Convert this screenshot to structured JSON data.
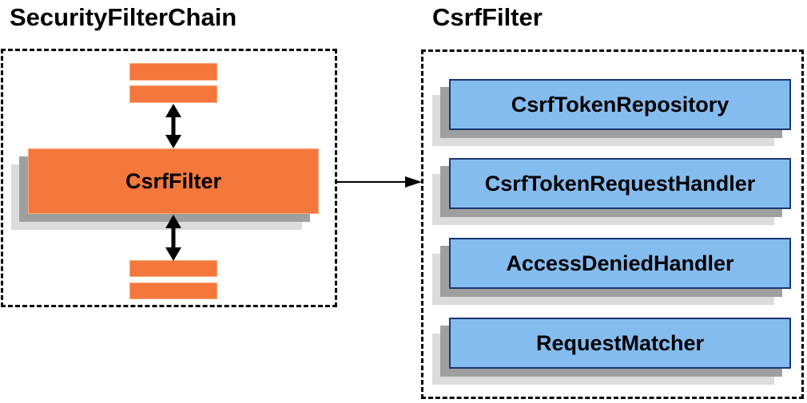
{
  "left_panel": {
    "title": "SecurityFilterChain",
    "filter_box": {
      "label": "CsrfFilter"
    },
    "chain_bars_above": 2,
    "chain_bars_below": 2
  },
  "right_panel": {
    "title": "CsrfFilter",
    "boxes": [
      {
        "label": "CsrfTokenRepository"
      },
      {
        "label": "CsrfTokenRequestHandler"
      },
      {
        "label": "AccessDeniedHandler"
      },
      {
        "label": "RequestMatcher"
      }
    ]
  },
  "colors": {
    "orange_fill": "#f4773b",
    "orange_border": "#f8a878",
    "blue_fill": "#85bcef",
    "blue_border": "#1a3673",
    "shadow_dark": "#9f9f9f",
    "shadow_light": "#dcdcdc",
    "dashed_border": "#000000",
    "text": "#000000",
    "background": "#ffffff"
  }
}
